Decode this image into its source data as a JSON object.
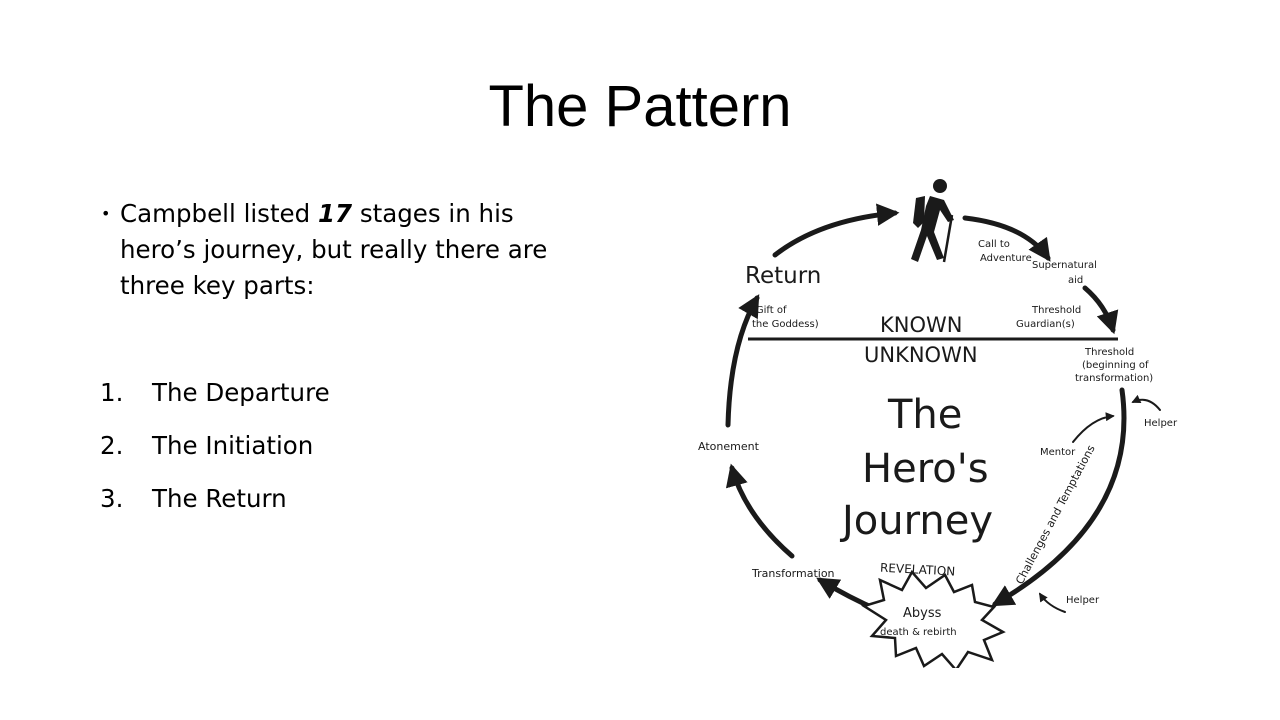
{
  "slide": {
    "title": "The Pattern"
  },
  "bullet": {
    "text_pre": "Campbell listed ",
    "text_emph": "17",
    "text_post": " stages in his hero’s journey, but really there are three key parts:"
  },
  "steps": [
    {
      "number": "1.",
      "label": "The Departure"
    },
    {
      "number": "2.",
      "label": "The Initiation"
    },
    {
      "number": "3.",
      "label": "The Return"
    }
  ],
  "diagram": {
    "title_lines": [
      "The",
      "Hero's",
      "Journey"
    ],
    "known": "KNOWN",
    "unknown": "UNKNOWN",
    "return": "Return",
    "gift_lines": [
      "(Gift of",
      "the Goddess)"
    ],
    "call_lines": [
      "Call to",
      "Adventure"
    ],
    "supernatural_lines": [
      "Supernatural",
      "aid"
    ],
    "guardian_lines": [
      "Threshold",
      "Guardian(s)"
    ],
    "threshold_lines": [
      "Threshold",
      "(beginning of",
      "transformation)"
    ],
    "helper_top": "Helper",
    "mentor": "Mentor",
    "atonement": "Atonement",
    "challenges": "Challenges and Temptations",
    "transformation": "Transformation",
    "revelation": "REVELATION",
    "abyss": "Abyss",
    "death_rebirth": "death & rebirth",
    "helper_bottom": "Helper"
  },
  "colors": {
    "text": "#000000",
    "diagram_ink": "#1a1a1a",
    "background": "#ffffff"
  }
}
